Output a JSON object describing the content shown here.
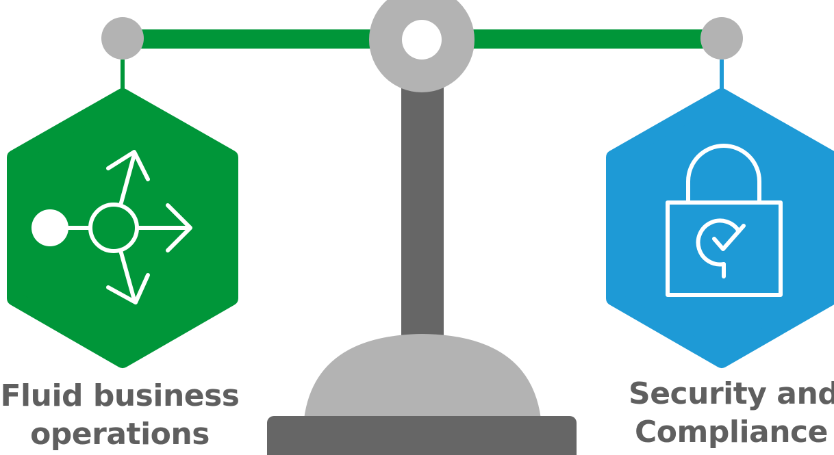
{
  "colors": {
    "green": "#009639",
    "blue": "#1e9ad6",
    "light_gray": "#b3b3b3",
    "dark_gray": "#666666",
    "text_gray": "#5f5f5f",
    "white": "#ffffff"
  },
  "left": {
    "title_line1": "Fluid business",
    "title_line2": "operations",
    "icon": "branching-arrows-icon"
  },
  "right": {
    "title_line1": "Security and",
    "title_line2": "Compliance",
    "icon": "padlock-check-icon"
  }
}
